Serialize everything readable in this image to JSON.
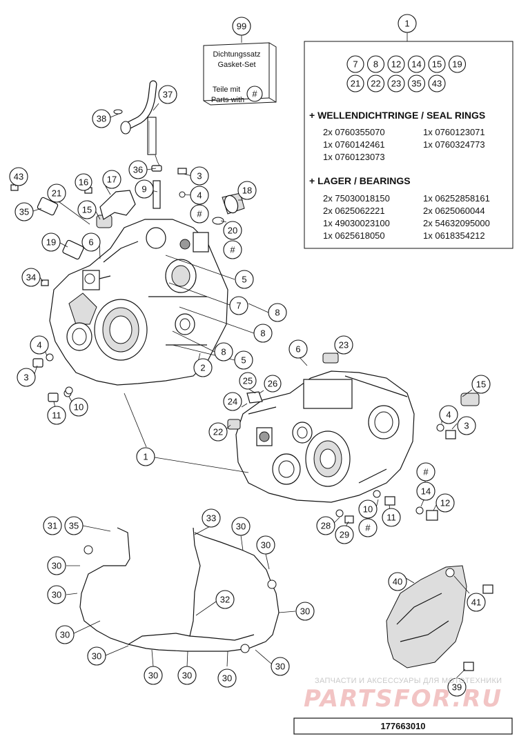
{
  "kit_box": {
    "callout": "99",
    "line1": "Dichtungssatz",
    "line2": "Gasket-Set",
    "line3": "Teile mit",
    "line4": "Parts with",
    "symbol": "#"
  },
  "legend": {
    "callout": "1",
    "included_parts_row1": [
      "7",
      "8",
      "12",
      "14",
      "15",
      "19"
    ],
    "included_parts_row2": [
      "21",
      "22",
      "23",
      "35",
      "43"
    ],
    "seal_heading": "+ WELLENDICHTRINGE / SEAL RINGS",
    "seal_left": [
      "2x 0760355070",
      "1x 0760142461",
      "1x 0760123073"
    ],
    "seal_right": [
      "1x 0760123071",
      "1x 0760324773"
    ],
    "bearing_heading": "+ LAGER / BEARINGS",
    "bearing_left": [
      "2x 75030018150",
      "2x 0625062221",
      "1x 49030023100",
      "1x 0625618050"
    ],
    "bearing_right": [
      "1x 06252858161",
      "2x 0625060044",
      "2x 54632095000",
      "1x 0618354212"
    ]
  },
  "callouts": {
    "c37": "37",
    "c38": "38",
    "c36": "36",
    "c9": "9",
    "c3a": "3",
    "c4a": "4",
    "ha": "#",
    "c18": "18",
    "c20": "20",
    "hb": "#",
    "c43": "43",
    "c21": "21",
    "c35a": "35",
    "c16": "16",
    "c17": "17",
    "c15a": "15",
    "c19": "19",
    "c6a": "6",
    "c34": "34",
    "c5a": "5",
    "c7": "7",
    "c8a": "8",
    "c8b": "8",
    "c8c": "8",
    "c5b": "5",
    "c2": "2",
    "c4b": "4",
    "c3b": "3",
    "c11a": "11",
    "c10a": "10",
    "c1": "1",
    "c6b": "6",
    "c23": "23",
    "c15b": "15",
    "c25": "25",
    "c26": "26",
    "c24": "24",
    "c22": "22",
    "c4c": "4",
    "c3c": "3",
    "hc": "#",
    "c14": "14",
    "c12": "12",
    "c10b": "10",
    "c11b": "11",
    "c28": "28",
    "c29": "29",
    "hd": "#",
    "c31": "31",
    "c35b": "35",
    "c33": "33",
    "c30a": "30",
    "c30b": "30",
    "c30c": "30",
    "c30d": "30",
    "c30e": "30",
    "c30f": "30",
    "c30g": "30",
    "c30h": "30",
    "c30i": "30",
    "c30j": "30",
    "c30k": "30",
    "c32": "32",
    "c40": "40",
    "c41": "41",
    "c39": "39"
  },
  "watermark": {
    "caption": "ЗАПЧАСТИ И АКСЕССУАРЫ ДЛЯ МОТОТЕХНИКИ",
    "logo": "PARTSFOR.RU"
  },
  "document_number": "177663010"
}
